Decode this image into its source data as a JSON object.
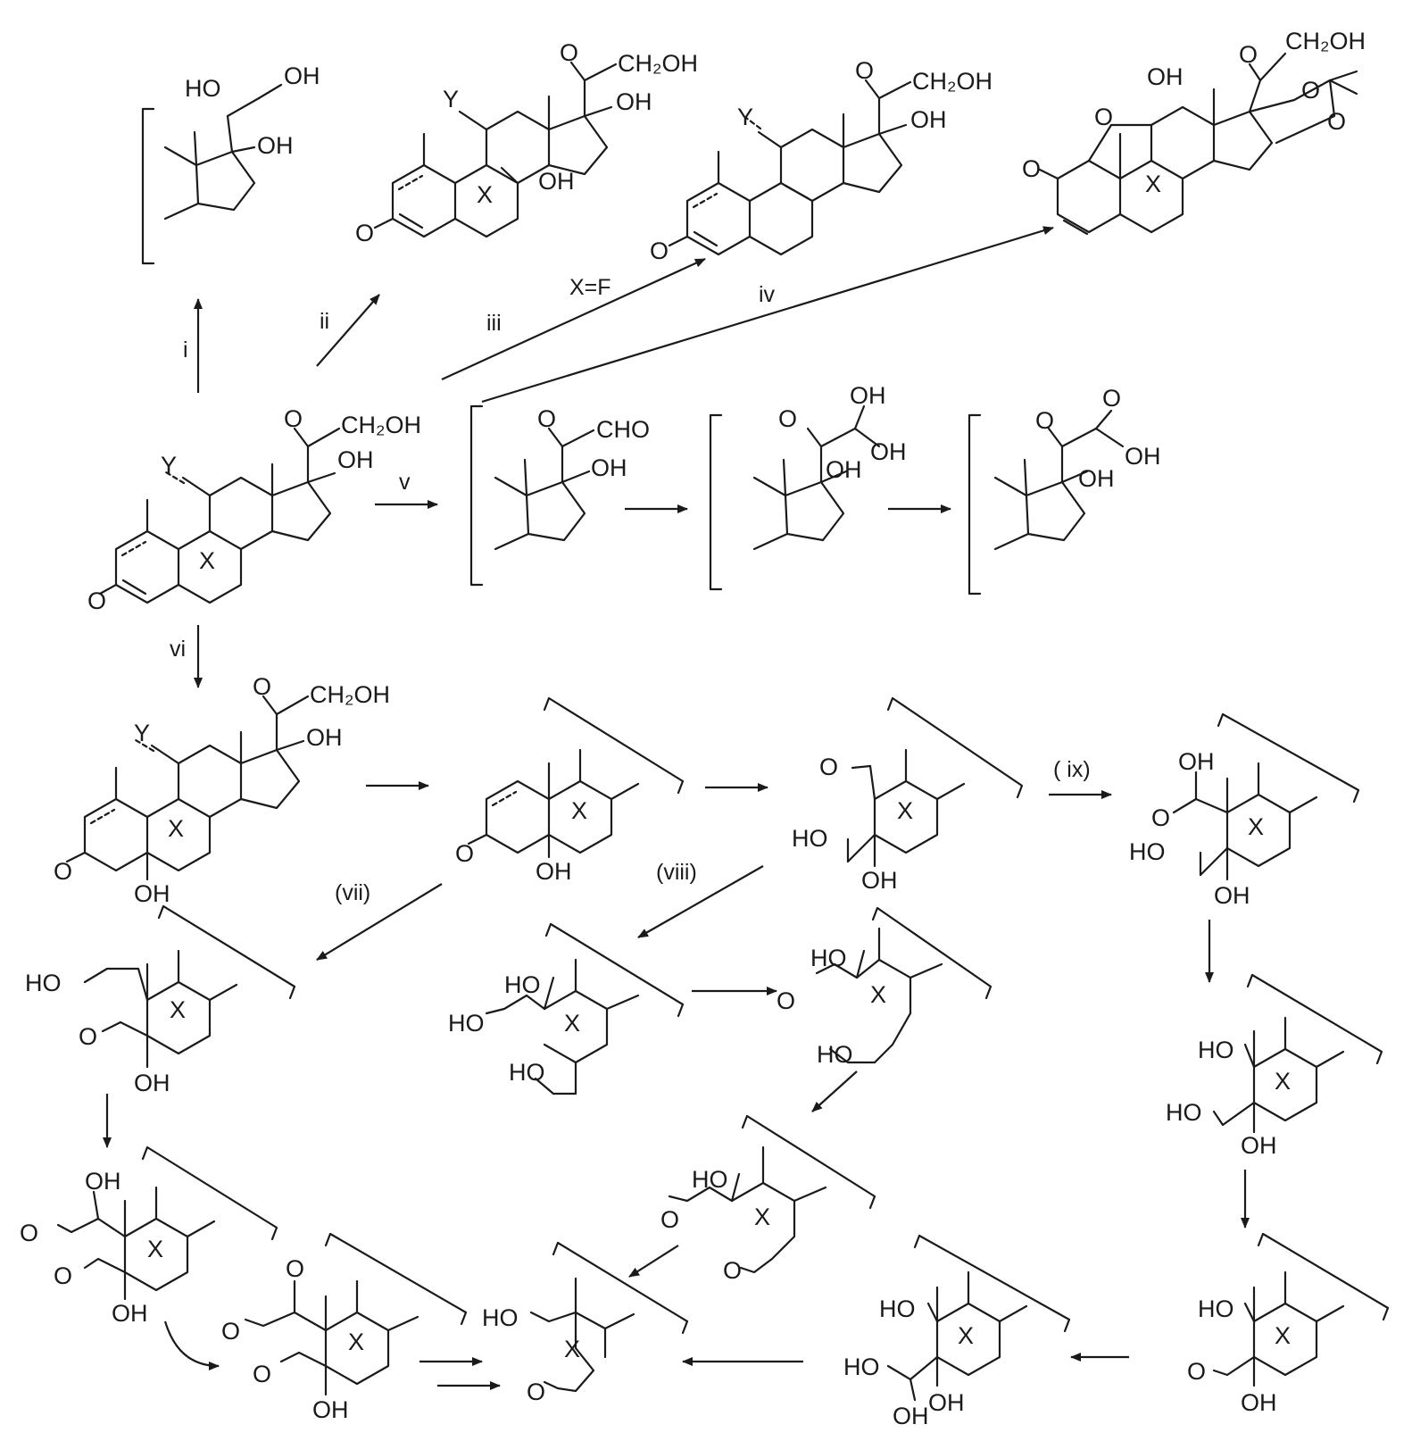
{
  "atoms": {
    "ho": "HO",
    "oh": "OH",
    "o": "O",
    "ch2oh": "CH₂OH",
    "cho": "CHO",
    "x": "X",
    "y": "Y"
  },
  "reaction_labels": {
    "i": "i",
    "ii": "ii",
    "iii": "iii",
    "iv": "iv",
    "v": "v",
    "vi": "vi",
    "vii": "(vii)",
    "viii": "(viii)",
    "ix": "( ix)",
    "x_eq_f": "X=F"
  },
  "colors": {
    "ink": "#1a1a1a",
    "background": "#ffffff"
  }
}
